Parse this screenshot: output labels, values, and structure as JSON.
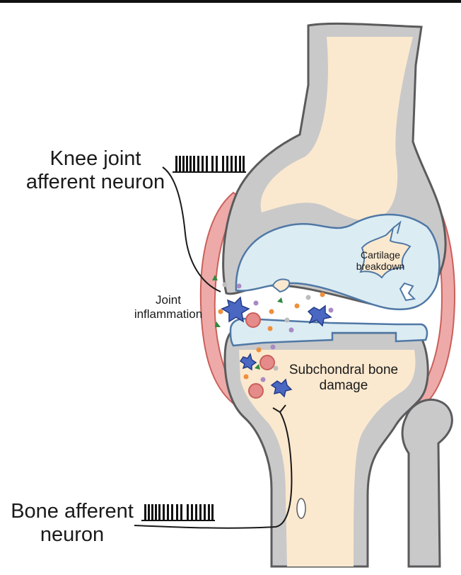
{
  "labels": {
    "knee_line1": "Knee joint",
    "knee_line2": "afferent neuron",
    "bone_line1": "Bone afferent",
    "bone_line2": "neuron",
    "cartilage_line1": "Cartilage",
    "cartilage_line2": "breakdown",
    "inflammation_line1": "Joint",
    "inflammation_line2": "inflammation",
    "subchondral_line1": "Subchondral bone",
    "subchondral_line2": "damage"
  },
  "colors": {
    "bone_outer": "#c9c9ca",
    "marrow": "#fbe9cf",
    "cartilage": "#dcecf3",
    "synovium": "#eeaaa8",
    "outline": "#5b5b5d",
    "immune_cell": "#4a67c2",
    "red_cell": "#e58c8a",
    "dot_orange": "#ef8f3a",
    "dot_purple": "#a98bc4",
    "dot_green": "#2f8a3e"
  }
}
